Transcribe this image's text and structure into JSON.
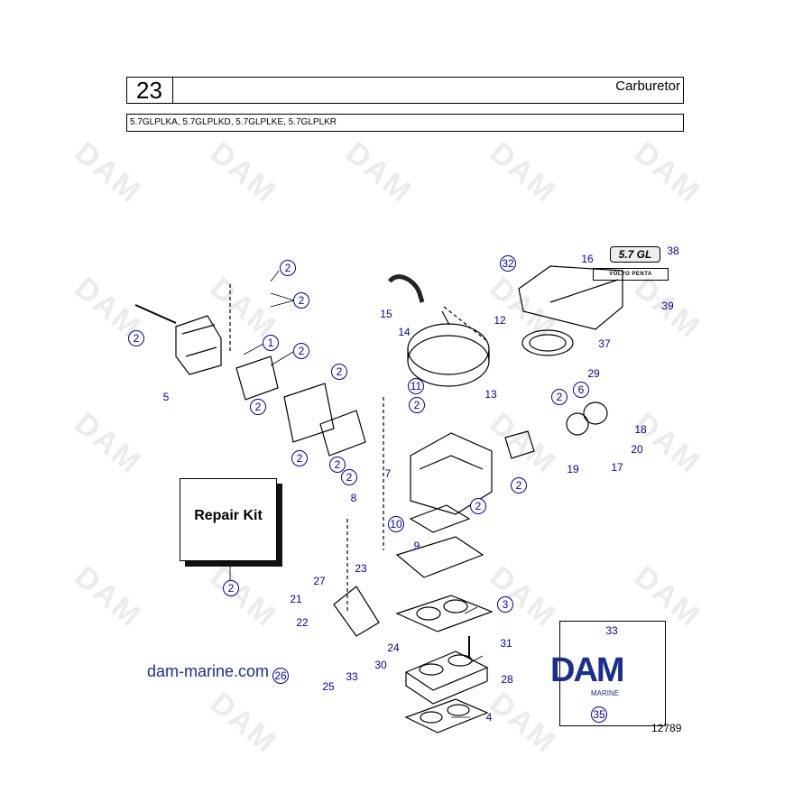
{
  "header": {
    "number": "23",
    "title": "Carburetor",
    "models": "5.7GLPLKA, 5.7GLPLKD, 5.7GLPLKE, 5.7GLPLKR"
  },
  "repair_kit": {
    "label": "Repair Kit"
  },
  "website": "dam-marine.com",
  "figure_number": "12789",
  "badges": {
    "model": "5.7 GL",
    "brand": "VOLVO PENTA"
  },
  "logo": {
    "text": "DAM",
    "sub": "MARINE"
  },
  "watermark": "DAM",
  "callouts": [
    {
      "label": "2",
      "circled": true
    },
    {
      "label": "2",
      "circled": true
    },
    {
      "label": "2",
      "circled": true
    },
    {
      "label": "1",
      "circled": true
    },
    {
      "label": "2",
      "circled": true
    },
    {
      "label": "5",
      "circled": false
    },
    {
      "label": "2",
      "circled": true
    },
    {
      "label": "2",
      "circled": true
    },
    {
      "label": "2",
      "circled": true
    },
    {
      "label": "2",
      "circled": true
    },
    {
      "label": "2",
      "circled": true
    },
    {
      "label": "15",
      "circled": false
    },
    {
      "label": "14",
      "circled": false
    },
    {
      "label": "12",
      "circled": false
    },
    {
      "label": "13",
      "circled": false
    },
    {
      "label": "11",
      "circled": true
    },
    {
      "label": "2",
      "circled": true
    },
    {
      "label": "7",
      "circled": false
    },
    {
      "label": "8",
      "circled": false
    },
    {
      "label": "32",
      "circled": true
    },
    {
      "label": "16",
      "circled": false
    },
    {
      "label": "38",
      "circled": false
    },
    {
      "label": "39",
      "circled": false
    },
    {
      "label": "37",
      "circled": false
    },
    {
      "label": "29",
      "circled": false
    },
    {
      "label": "2",
      "circled": true
    },
    {
      "label": "6",
      "circled": true
    },
    {
      "label": "18",
      "circled": false
    },
    {
      "label": "20",
      "circled": false
    },
    {
      "label": "17",
      "circled": false
    },
    {
      "label": "19",
      "circled": false
    },
    {
      "label": "2",
      "circled": true
    },
    {
      "label": "2",
      "circled": true
    },
    {
      "label": "10",
      "circled": true
    },
    {
      "label": "9",
      "circled": false
    },
    {
      "label": "23",
      "circled": false
    },
    {
      "label": "27",
      "circled": false
    },
    {
      "label": "21",
      "circled": false
    },
    {
      "label": "22",
      "circled": false
    },
    {
      "label": "3",
      "circled": true
    },
    {
      "label": "24",
      "circled": false
    },
    {
      "label": "26",
      "circled": true
    },
    {
      "label": "25",
      "circled": false
    },
    {
      "label": "33",
      "circled": false
    },
    {
      "label": "31",
      "circled": false
    },
    {
      "label": "30",
      "circled": false
    },
    {
      "label": "28",
      "circled": false
    },
    {
      "label": "4",
      "circled": false
    },
    {
      "label": "33",
      "circled": false
    },
    {
      "label": "35",
      "circled": true
    },
    {
      "label": "2",
      "circled": true
    }
  ]
}
